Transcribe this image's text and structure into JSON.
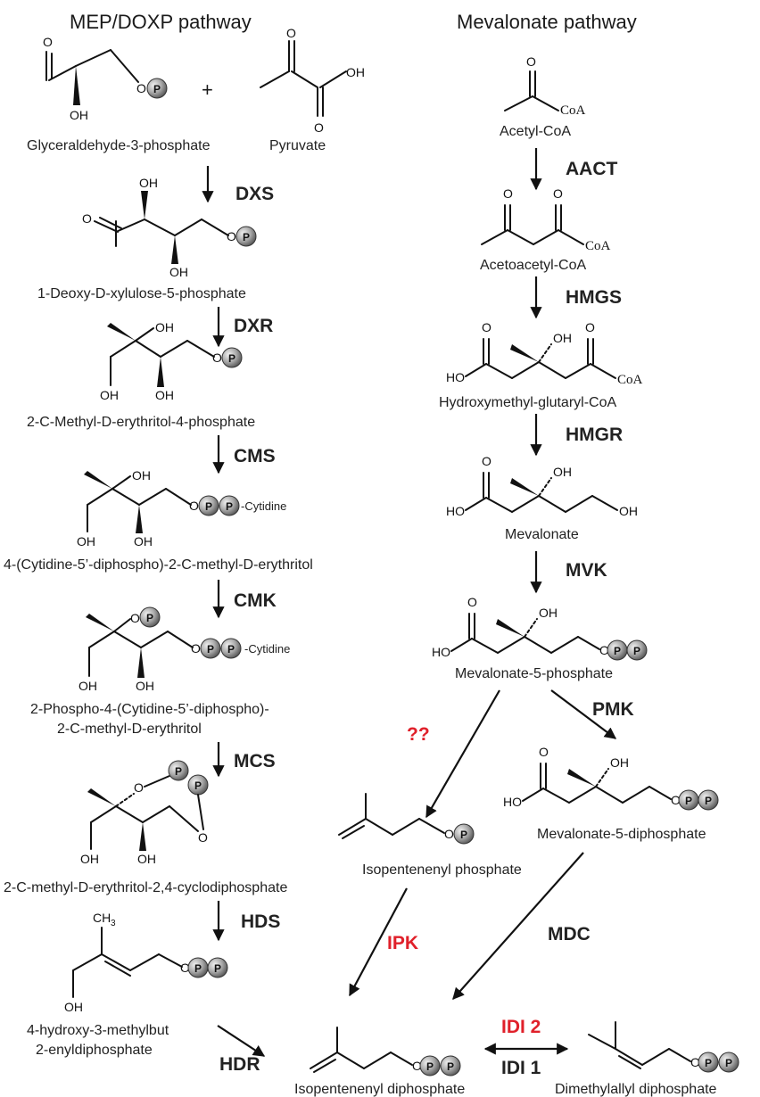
{
  "titles": {
    "left": "MEP/DOXP pathway",
    "right": "Mevalonate pathway"
  },
  "compounds": {
    "g3p": "Glyceraldehyde-3-phosphate",
    "pyruvate": "Pyruvate",
    "dxp": "1-Deoxy-D-xylulose-5-phosphate",
    "mep": "2-C-Methyl-D-erythritol-4-phosphate",
    "cdpme": "4-(Cytidine-5’-diphospho)-2-C-methyl-D-erythritol",
    "cdpmep_line1": "2-Phospho-4-(Cytidine-5’-diphospho)-",
    "cdpmep_line2": "2-C-methyl-D-erythritol",
    "mecpp": "2-C-methyl-D-erythritol-2,4-cyclodiphosphate",
    "hmbpp_line1": "4-hydroxy-3-methylbut",
    "hmbpp_line2": "2-enyldiphosphate",
    "ipp": "Isopentenenyl diphosphate",
    "dmapp": "Dimethylallyl diphosphate",
    "acetyl_coa": "Acetyl-CoA",
    "acetoacetyl_coa": "Acetoacetyl-CoA",
    "hmg_coa": "Hydroxymethyl-glutaryl-CoA",
    "mevalonate": "Mevalonate",
    "mev5p": "Mevalonate-5-phosphate",
    "mev5pp": "Mevalonate-5-diphosphate",
    "ip": "Isopentenenyl phosphate"
  },
  "enzymes": {
    "dxs": "DXS",
    "dxr": "DXR",
    "cms": "CMS",
    "cmk": "CMK",
    "mcs": "MCS",
    "hds": "HDS",
    "hdr": "HDR",
    "aact": "AACT",
    "hmgs": "HMGS",
    "hmgr": "HMGR",
    "mvk": "MVK",
    "pmk": "PMK",
    "unknown": "??",
    "ipk": "IPK",
    "mdc": "MDC",
    "idi2": "IDI 2",
    "idi1": "IDI 1"
  },
  "atoms": {
    "o": "O",
    "oh": "OH",
    "ho": "HO",
    "p": "P",
    "coa": "CoA",
    "ch3": "CH",
    "ch3_sub": "3",
    "plus": "+",
    "cytidine": "-Cytidine"
  },
  "colors": {
    "text": "#1a1a1a",
    "red": "#e0202a",
    "phosphate_fill": "#a8a8a8"
  }
}
